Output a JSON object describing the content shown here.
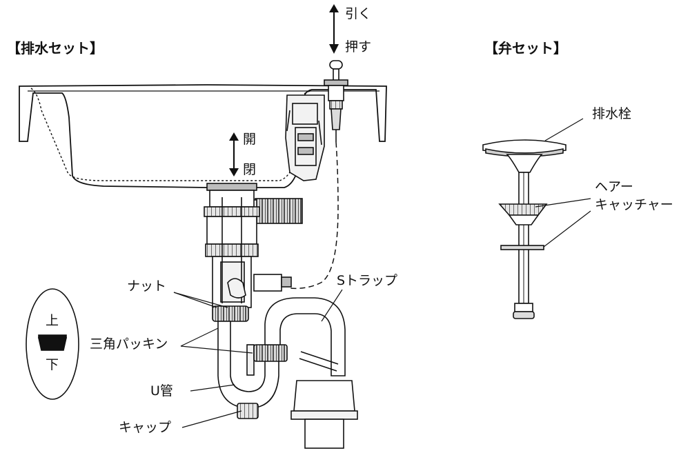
{
  "headers": {
    "drain_set": "【排水セット】",
    "valve_set": "【弁セット】"
  },
  "labels": {
    "pull": "引く",
    "push": "押す",
    "open": "開",
    "close": "閉",
    "nut": "ナット",
    "packing": "三角パッキン",
    "u_pipe": "U管",
    "cap": "キャップ",
    "s_trap": "Sトラップ",
    "drain_plug": "排水栓",
    "hair_catcher_line1": "ヘアー",
    "hair_catcher_line2": "キャッチャー",
    "orient_top": "上",
    "orient_bottom": "下"
  },
  "colors": {
    "line": "#111111",
    "fill_light": "#f2f2f2",
    "fill_mid": "#bdbdbd",
    "fill_dark": "#2a2a2a"
  }
}
